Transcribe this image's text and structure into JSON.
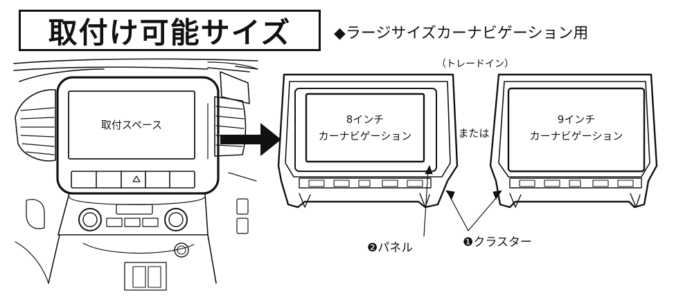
{
  "header": {
    "title": "取付け可能サイズ",
    "subtitle": "◆ラージサイズカーナビゲーション用",
    "trade_in_note": "（トレードイン）"
  },
  "dashboard": {
    "screen_label": "取付スペース"
  },
  "panels": [
    {
      "size_label": "8インチ",
      "type_label": "カーナビゲーション"
    },
    {
      "size_label": "9インチ",
      "type_label": "カーナビゲーション"
    }
  ],
  "connector_text": "または",
  "callouts": {
    "panel": "❷パネル",
    "cluster": "❶クラスター"
  }
}
